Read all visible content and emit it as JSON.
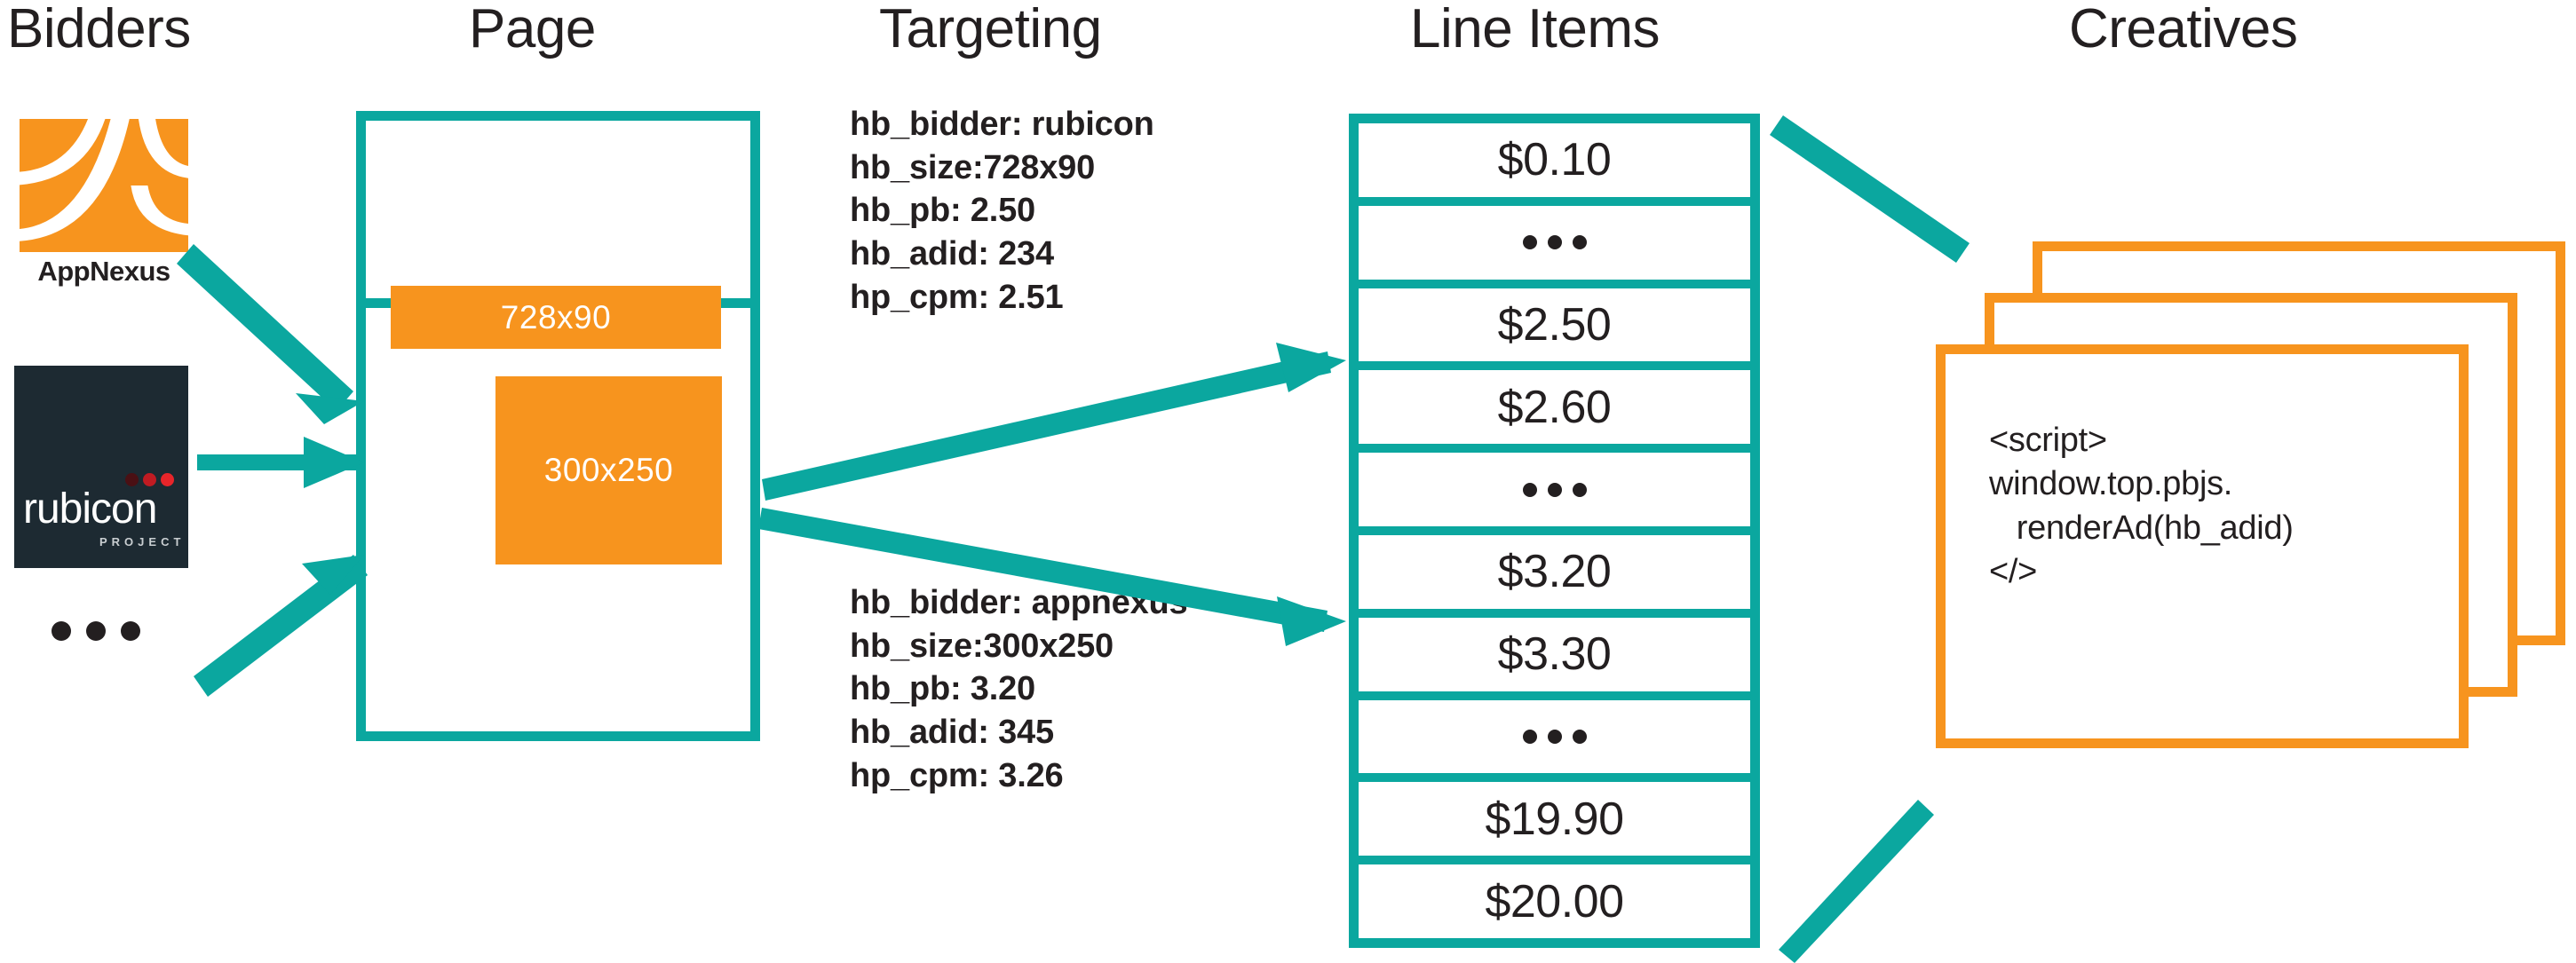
{
  "headers": {
    "bidders": "Bidders",
    "page": "Page",
    "targeting": "Targeting",
    "line_items": "Line Items",
    "creatives": "Creatives"
  },
  "colors": {
    "teal": "#0ba79f",
    "orange": "#f7941e",
    "ink": "#231f20",
    "rubicon_bg": "#1d2a32"
  },
  "bidders": {
    "appnexus": {
      "name": "appnexus-logo",
      "label": "AppNexus"
    },
    "rubicon": {
      "name": "rubicon-project-logo",
      "wordmark": "rubicon",
      "sub": "PROJECT"
    },
    "more": "•••"
  },
  "page": {
    "ad_slots": [
      {
        "label": "728x90"
      },
      {
        "label": "300x250"
      }
    ]
  },
  "targeting": {
    "blocks": [
      {
        "lines": [
          "hb_bidder: rubicon",
          "hb_size:728x90",
          "hb_pb: 2.50",
          "hb_adid: 234",
          "hp_cpm: 2.51"
        ]
      },
      {
        "lines": [
          "hb_bidder: appnexus",
          "hb_size:300x250",
          "hb_pb: 3.20",
          "hb_adid: 345",
          "hp_cpm: 3.26"
        ]
      }
    ]
  },
  "line_items": {
    "rows": [
      {
        "type": "value",
        "label": "$0.10"
      },
      {
        "type": "ellipsis",
        "label": ""
      },
      {
        "type": "value",
        "label": "$2.50"
      },
      {
        "type": "value",
        "label": "$2.60"
      },
      {
        "type": "ellipsis",
        "label": ""
      },
      {
        "type": "value",
        "label": "$3.20"
      },
      {
        "type": "value",
        "label": "$3.30"
      },
      {
        "type": "ellipsis",
        "label": ""
      },
      {
        "type": "value",
        "label": "$19.90"
      },
      {
        "type": "value",
        "label": "$20.00"
      }
    ]
  },
  "creatives": {
    "count": 3,
    "code": "<script>\nwindow.top.pbjs.\n   renderAd(hb_adid)\n</​>"
  }
}
